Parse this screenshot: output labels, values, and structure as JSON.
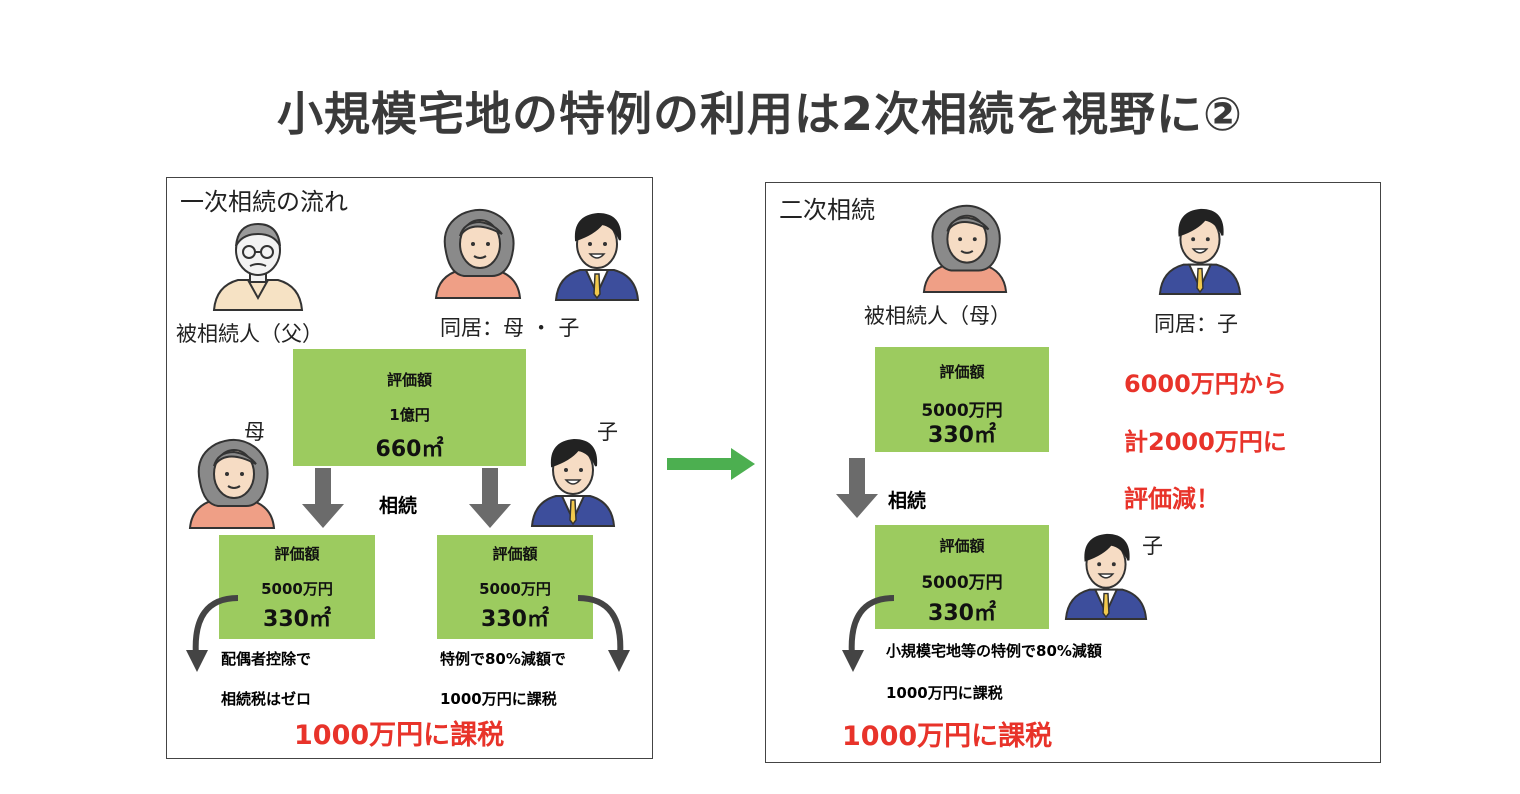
{
  "title": "小規模宅地の特例の利用は2次相続を視野に②",
  "panel1": {
    "title": "一次相続の流れ",
    "deceased_label": "被相続人（父）",
    "cohabit_label": "同居：母 ・ 子",
    "main_box": {
      "line1": "評価額",
      "line2": "1億円",
      "line3": "660㎡"
    },
    "mother_label": "母",
    "child_label": "子",
    "inherit_label": "相続",
    "left_box": {
      "line1": "評価額",
      "line2": "5000万円",
      "line3": "330㎡"
    },
    "right_box": {
      "line1": "評価額",
      "line2": "5000万円",
      "line3": "330㎡"
    },
    "left_note1": "配偶者控除で",
    "left_note2": "相続税はゼロ",
    "right_note1": "特例で80%減額で",
    "right_note2": "1000万円に課税",
    "result": "1000万円に課税"
  },
  "panel2": {
    "title": "二次相続",
    "deceased_label": "被相続人（母）",
    "cohabit_label": "同居：子",
    "top_box": {
      "line1": "評価額",
      "line2": "5000万円",
      "line3": "330㎡"
    },
    "inherit_label": "相続",
    "bottom_box": {
      "line1": "評価額",
      "line2": "5000万円",
      "line3": "330㎡"
    },
    "child_label": "子",
    "note1": "小規模宅地等の特例で80%減額",
    "note2": "1000万円に課税",
    "result": "1000万円に課税",
    "highlight1": "6000万円から",
    "highlight2": "計2000万円に",
    "highlight3": "評価減！"
  },
  "colors": {
    "green_box": "#9ccb5f",
    "red_text": "#e8332a",
    "transition_arrow": "#4caf50",
    "down_arrow": "#6b6b6b"
  },
  "icons": {
    "father": "elderly-man-icon",
    "mother": "elderly-woman-icon",
    "child": "young-man-suit-icon"
  }
}
